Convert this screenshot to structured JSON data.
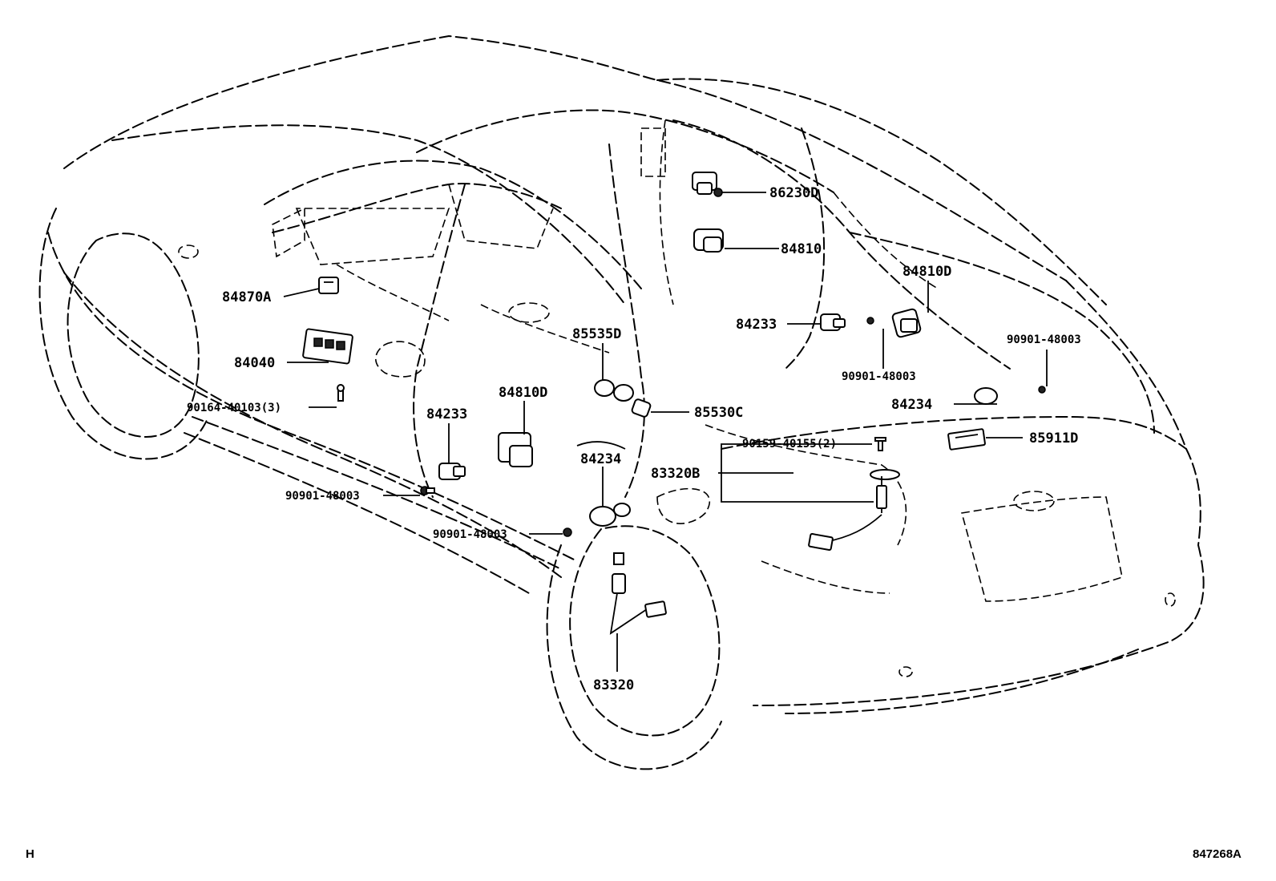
{
  "labels": {
    "p86230D": "86230D",
    "p84810": "84810",
    "p84810D_right": "84810D",
    "p84870A": "84870A",
    "p84233_right": "84233",
    "p90901_48003_a": "90901-48003",
    "p90901_48003_b": "90901-48003",
    "p84040": "84040",
    "p85535D": "85535D",
    "p90164": "90164-40103(3)",
    "p84810D_center": "84810D",
    "p85530C": "85530C",
    "p84234_right": "84234",
    "p84233_left": "84233",
    "p90159": "90159-40155(2)",
    "p85911D": "85911D",
    "p84234_center": "84234",
    "p83320B": "83320B",
    "p90901_48003_c": "90901-48003",
    "p90901_48003_d": "90901-48003",
    "p83320": "83320"
  },
  "footer": {
    "corner": "H",
    "figure_id": "847268A"
  }
}
